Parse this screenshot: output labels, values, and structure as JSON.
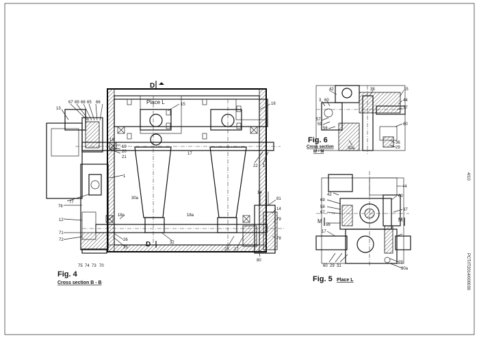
{
  "sheet": {
    "page_number": "4/10",
    "application_number": "PCT/IT2014/000030"
  },
  "fig4": {
    "caption": "Fig. 4",
    "subcaption": "Cross section B - B",
    "place_label": "Place L",
    "section_marker": "D",
    "refs": {
      "r13": "13",
      "r67": "67",
      "r69": "69",
      "r68": "68",
      "r65": "65",
      "r66": "66",
      "r15": "15",
      "r16": "16",
      "r17": "17",
      "r18": "18",
      "r19": "19",
      "r20": "20",
      "r21": "21",
      "r22": "22",
      "r1a": "1",
      "r1b": "1",
      "r30a": "30a",
      "r76": "76",
      "r77": "77",
      "r12": "12",
      "r71": "71",
      "r72": "72",
      "r18a": "18a",
      "r18b": "18a",
      "r26": "26",
      "r25": "25",
      "r32": "32",
      "r28": "28",
      "r27": "27",
      "r14a": "14",
      "r81": "81",
      "r14b": "14",
      "r79": "79",
      "r78": "78",
      "r80": "80",
      "r75": "75",
      "r74": "74",
      "r73": "73",
      "r70": "70"
    }
  },
  "fig6": {
    "caption": "Fig. 6",
    "subcaption_1": "Cross section",
    "subcaption_2": "M - M",
    "refs": {
      "r42": "42",
      "r38": "38",
      "r15": "15",
      "r3": "3",
      "r60": "60",
      "r44": "44",
      "r37": "37",
      "r57": "57",
      "r59": "59",
      "r56": "56",
      "r60b": "60",
      "r30a": "30a",
      "r36": "36",
      "r29": "29"
    }
  },
  "fig5": {
    "caption": "Fig. 5",
    "subcaption": "Place L",
    "refs": {
      "r44": "44",
      "r42": "42",
      "r60": "60",
      "r69": "69",
      "r58": "58",
      "r67": "67",
      "r37": "37",
      "M_left": "M",
      "M_right": "M",
      "r56": "56",
      "r17": "17",
      "r60b": "60",
      "r29a": "29",
      "r31": "31",
      "r29b": "29",
      "r30a": "30a"
    }
  },
  "colors": {
    "ink": "#111111",
    "paper": "#ffffff"
  }
}
